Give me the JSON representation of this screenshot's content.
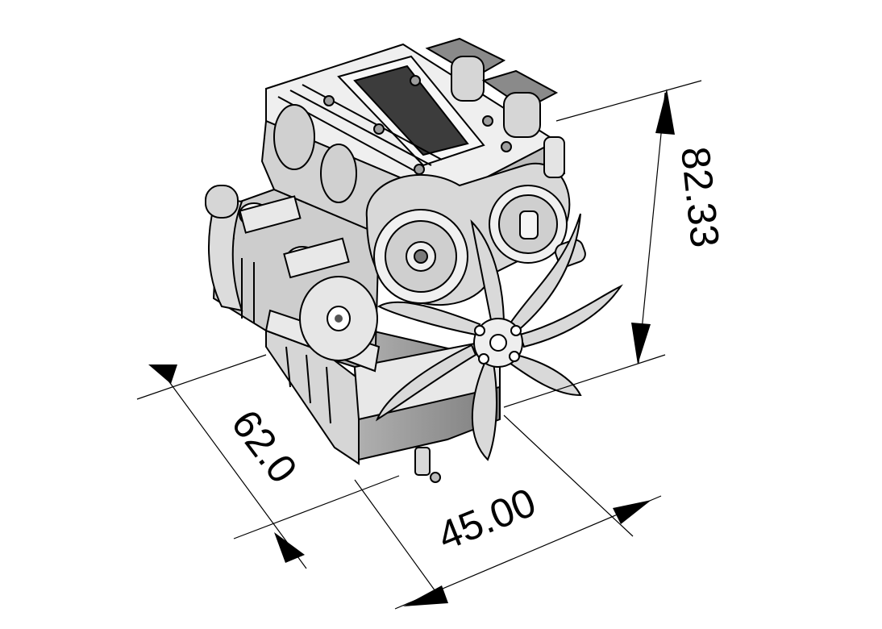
{
  "dimensions": {
    "height": {
      "label": "82.33"
    },
    "depth": {
      "label": "62.0"
    },
    "width": {
      "label": "45.00"
    }
  },
  "colors": {
    "ink": "#000000",
    "metal_light": "#e4e4e4",
    "metal_mid": "#bdbdbd",
    "metal_dark": "#8a8a8a",
    "background": "#ffffff"
  },
  "icons": {
    "engine": "engine-illustration",
    "arrow": "dimension-arrowhead"
  }
}
